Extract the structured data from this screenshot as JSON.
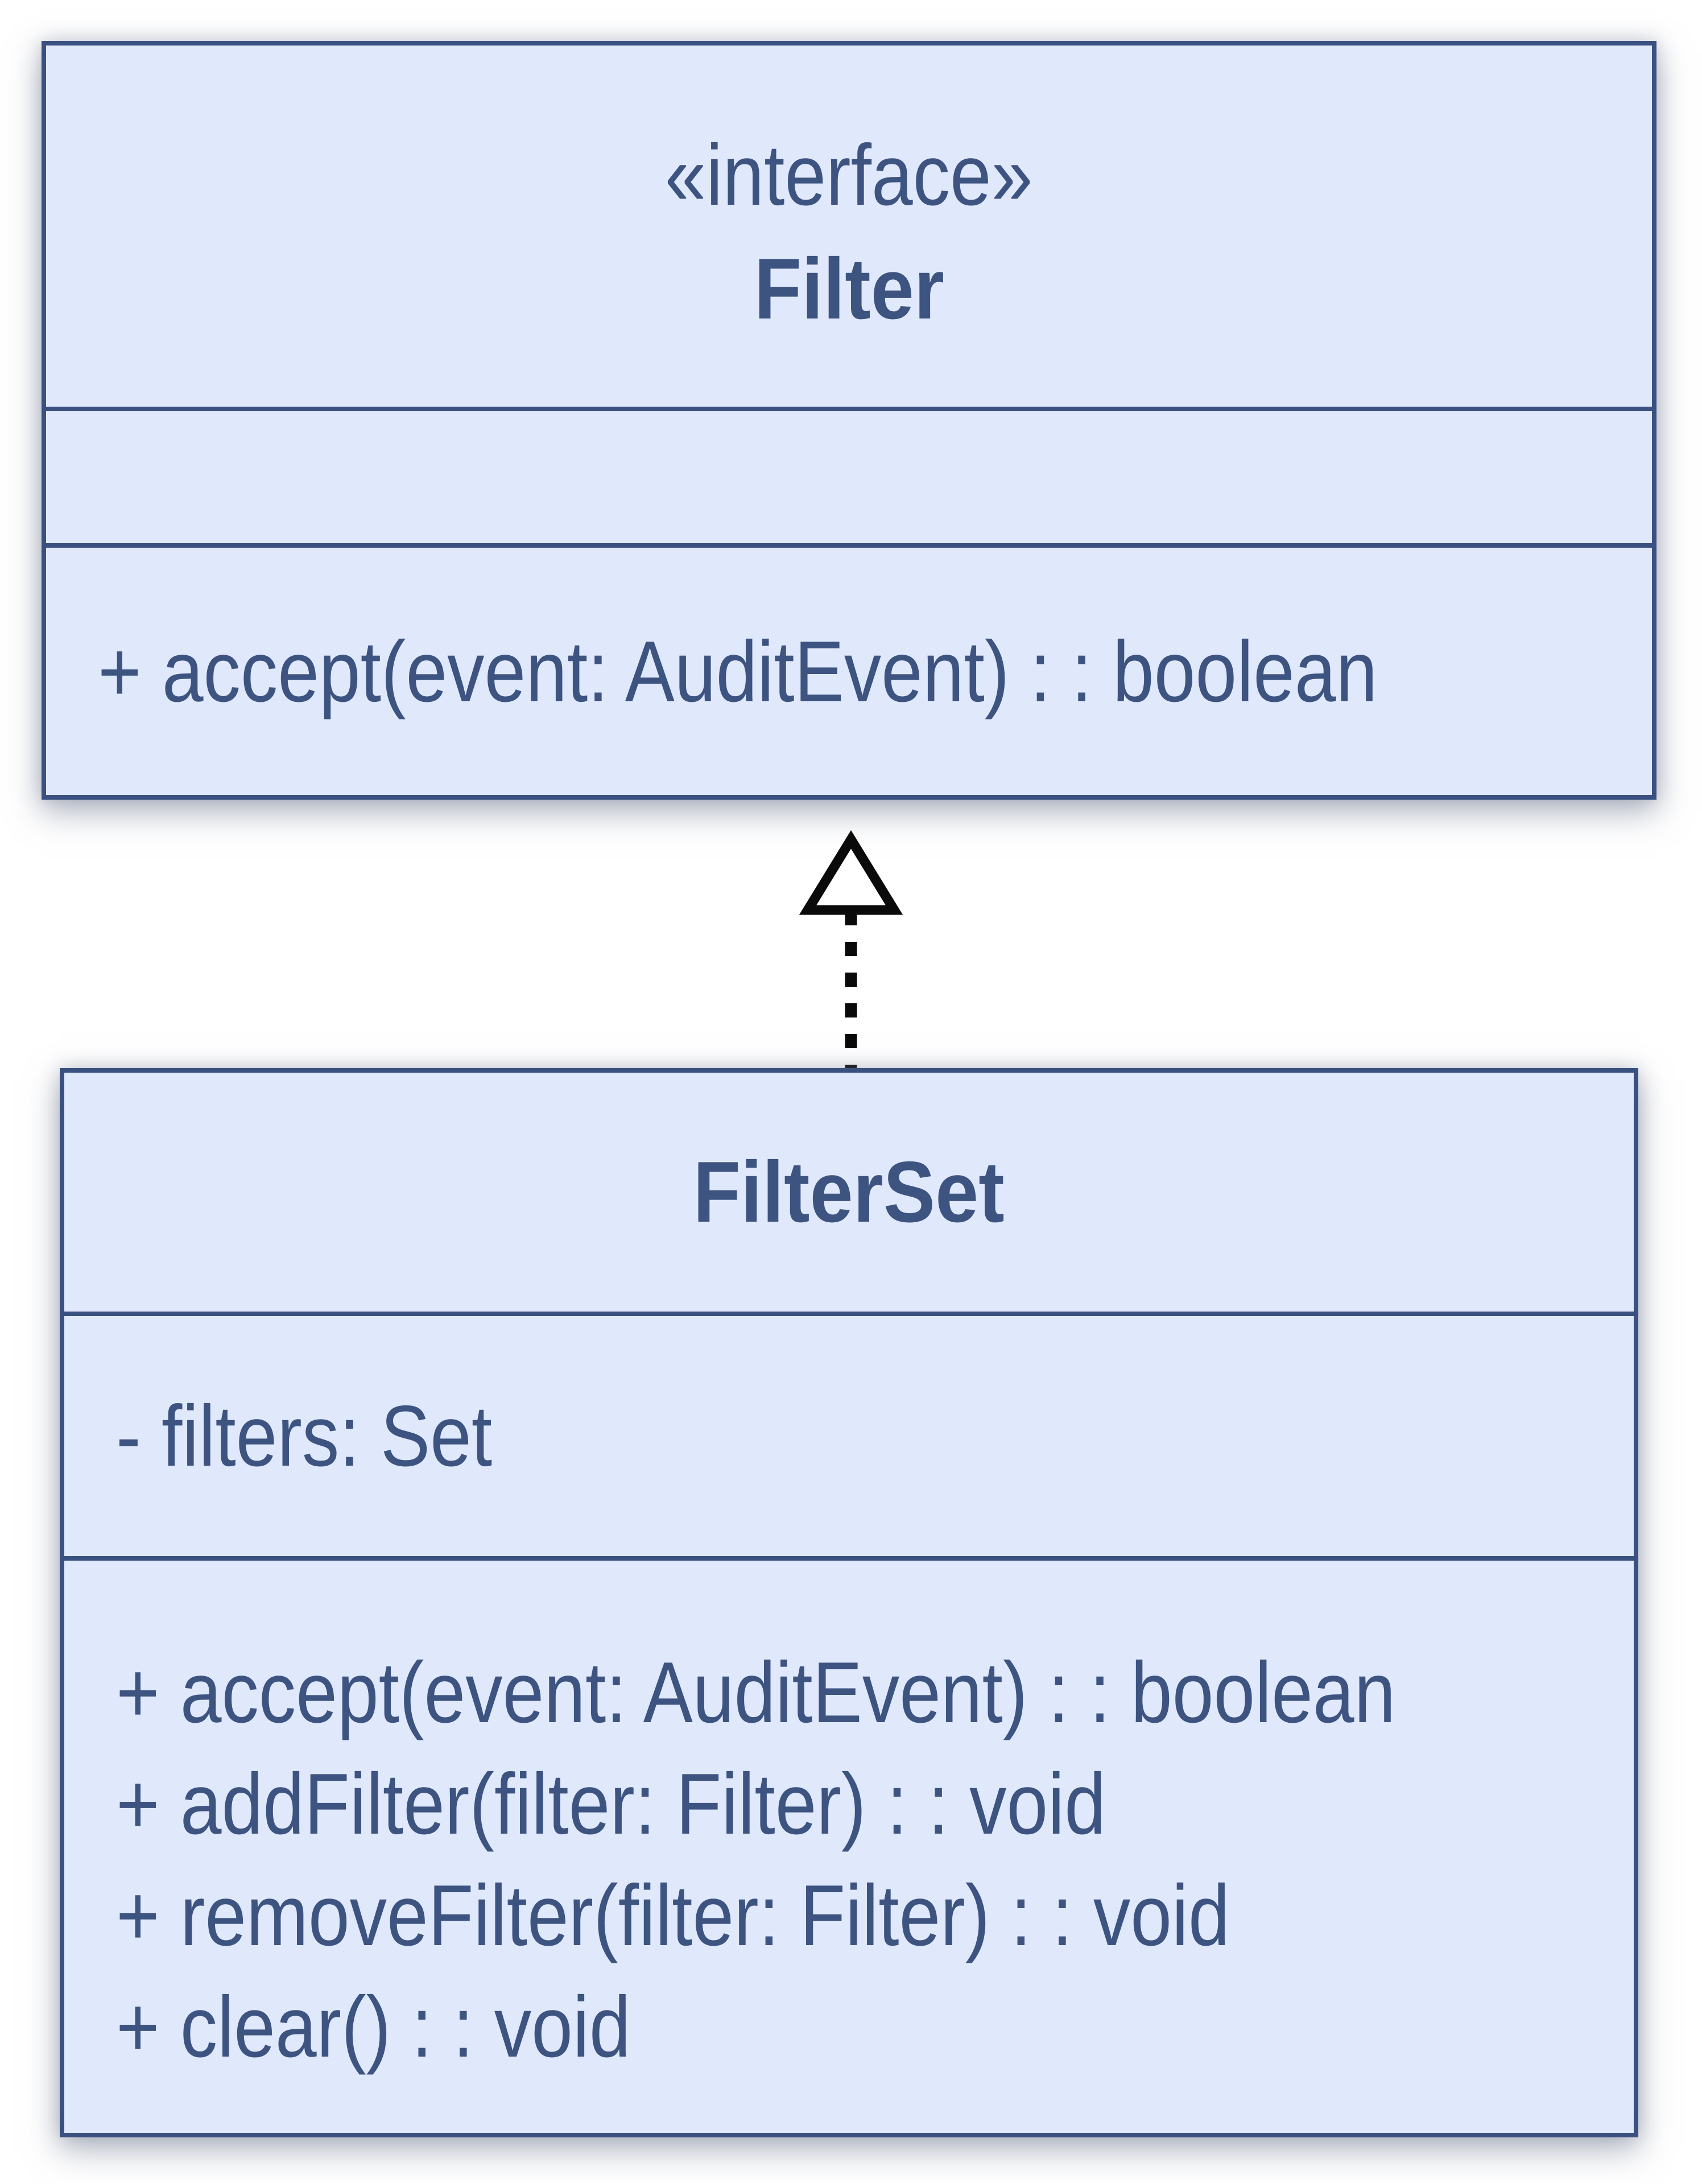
{
  "diagram": {
    "type": "uml-class-diagram",
    "classes": [
      {
        "id": "filter",
        "stereotype": "«interface»",
        "name": "Filter",
        "attributes": [],
        "methods": [
          "+ accept(event: AuditEvent) : : boolean"
        ]
      },
      {
        "id": "filterset",
        "stereotype": "",
        "name": "FilterSet",
        "attributes": [
          "- filters: Set"
        ],
        "methods": [
          "+ accept(event: AuditEvent) : : boolean",
          "+ addFilter(filter: Filter) : : void",
          "+ removeFilter(filter: Filter) : : void",
          "+ clear() : : void"
        ]
      }
    ],
    "relationships": [
      {
        "from": "FilterSet",
        "to": "Filter",
        "type": "realization",
        "line_style": "dashed",
        "arrowhead": "hollow-triangle"
      }
    ],
    "colors": {
      "box_fill": "#E0E8FB",
      "box_border": "#3A5080",
      "text": "#3D5481",
      "arrow": "#0A0A0A",
      "arrowhead_fill": "#FFFFFF",
      "page_background": "#FFFFFF"
    }
  }
}
